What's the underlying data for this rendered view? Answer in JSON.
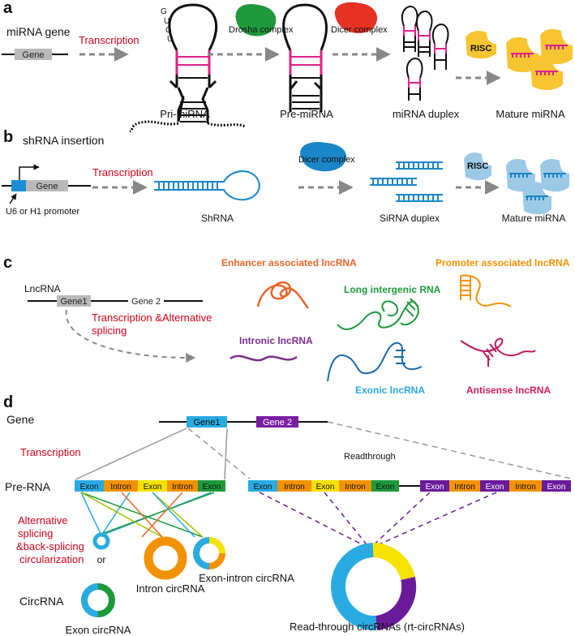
{
  "colors": {
    "red": "#d0021b",
    "magenta": "#e0218a",
    "blue": "#1a86c8",
    "light_blue": "#29abe2",
    "green": "#1e9a3c",
    "orange": "#f39200",
    "yellow": "#f5e200",
    "purple": "#6a1b9a",
    "pink": "#d81b60",
    "gray": "#9a9a9a",
    "dark_gray": "#7a7a7a"
  },
  "panel_a": {
    "letter": "a",
    "title": "miRNA gene",
    "gene_label": "Gene",
    "transcription": "Transcription",
    "loop_letters": [
      "G",
      "U",
      "G",
      "U"
    ],
    "drosha": "Drosha complex",
    "dicer": "Dicer complex",
    "risc": "RISC",
    "pri": "Pri-miRNA",
    "pre": "Pre-miRNA",
    "duplex": "miRNA duplex",
    "mature": "Mature miRNA"
  },
  "panel_b": {
    "letter": "b",
    "title": "shRNA insertion",
    "gene_label": "Gene",
    "promoter": "U6 or H1 promoter",
    "transcription": "Transcription",
    "shrna": "ShRNA",
    "dicer": "Dicer complex",
    "sirna": "SiRNA duplex",
    "risc": "RISC",
    "mature": "Mature miRNA"
  },
  "panel_c": {
    "letter": "c",
    "lncrna": "LncRNA",
    "gene1": "Gene1",
    "gene2": "Gene 2",
    "transcription_line1": "Transcription &Alternative",
    "transcription_line2": "splicing",
    "enhancer": "Enhancer associated lncRNA",
    "promoter": "Promoter associated lncRNA",
    "intergenic": "Long intergenic RNA",
    "intronic": "Intronic lncRNA",
    "exonic": "Exonic lncRNA",
    "antisense": "Antisense lncRNA"
  },
  "panel_d": {
    "letter": "d",
    "gene_row": "Gene",
    "gene1": "Gene1",
    "gene2": "Gene 2",
    "transcription": "Transcription",
    "readthrough": "Readthrough",
    "pre_rna": "Pre-RNA",
    "left_segments": [
      "Exon",
      "Intron",
      "Exon",
      "Intron",
      "Exon"
    ],
    "right_segments_a": [
      "Exon",
      "Intron",
      "Exon",
      "Intron",
      "Exon"
    ],
    "right_segments_b": [
      "Exon",
      "Intron",
      "Exon",
      "Intron",
      "Exon"
    ],
    "splicing_line1": "Alternative",
    "splicing_line2": "splicing",
    "splicing_line3": "&back-splicing",
    "splicing_line4": "circularization",
    "or": "or",
    "circrna": "CircRNA",
    "exon_circ": "Exon circRNA",
    "intron_circ": "Intron circRNA",
    "exon_intron_circ": "Exon-intron circRNA",
    "rt_circ": "Read-through circRNAs (rt-circRNAs)"
  }
}
